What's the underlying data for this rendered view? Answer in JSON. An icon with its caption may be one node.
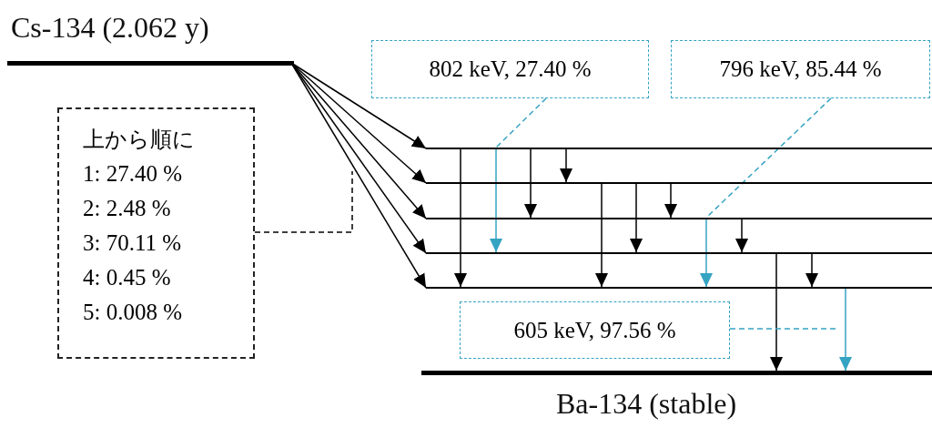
{
  "diagram": {
    "nodes": [
      {
        "text": [
          "Cs-134 (2.062 y)"
        ]
      },
      {
        "text": [],
        "shape": "bar"
      },
      {
        "text": [],
        "shape": "bar"
      },
      {
        "text": [],
        "shape": "bar"
      },
      {
        "text": [],
        "shape": "bar"
      },
      {
        "text": [],
        "shape": "bar"
      },
      {
        "text": [
          "Ba-134 (stable)"
        ]
      },
      {
        "text": [
          "上から順に",
          "1: 27.40 %",
          "2: 2.48 %",
          "3: 70.11 %",
          "4: 0.45 %",
          "5: 0.008 %"
        ]
      },
      {
        "text": [
          "802 keV, 27.40 %"
        ]
      },
      {
        "text": [
          "796 keV, 85.44 %"
        ]
      },
      {
        "text": [
          "605 keV, 97.56 %"
        ]
      }
    ],
    "edges": [
      {
        "from": 0,
        "to": 1,
        "arrow": "to"
      },
      {
        "from": 0,
        "to": 2,
        "arrow": "to"
      },
      {
        "from": 0,
        "to": 3,
        "arrow": "to"
      },
      {
        "from": 0,
        "to": 4,
        "arrow": "to"
      },
      {
        "from": 0,
        "to": 5,
        "arrow": "to"
      },
      {
        "from": 1,
        "to": 5,
        "arrow": "to"
      },
      {
        "from": 1,
        "to": 4,
        "arrow": "to",
        "color": "#35a3c2"
      },
      {
        "from": 1,
        "to": 3,
        "arrow": "to"
      },
      {
        "from": 1,
        "to": 2,
        "arrow": "to"
      },
      {
        "from": 2,
        "to": 5,
        "arrow": "to"
      },
      {
        "from": 2,
        "to": 4,
        "arrow": "to"
      },
      {
        "from": 2,
        "to": 3,
        "arrow": "to"
      },
      {
        "from": 3,
        "to": 5,
        "arrow": "to",
        "color": "#35a3c2"
      },
      {
        "from": 3,
        "to": 4,
        "arrow": "to"
      },
      {
        "from": 4,
        "to": 6,
        "arrow": "to"
      },
      {
        "from": 4,
        "to": 5,
        "arrow": "to"
      },
      {
        "from": 5,
        "to": 6,
        "arrow": "to",
        "color": "#35a3c2"
      },
      {
        "from": 7,
        "to": null,
        "arrow": "none",
        "style": "dashed"
      },
      {
        "from": 8,
        "to": 1,
        "arrow": "none",
        "style": "dashed",
        "color": "#35a3c2"
      },
      {
        "from": 9,
        "to": 3,
        "arrow": "none",
        "style": "dashed",
        "color": "#35a3c2"
      },
      {
        "from": 10,
        "to": null,
        "arrow": "none",
        "style": "dashed",
        "color": "#35a3c2"
      }
    ]
  }
}
